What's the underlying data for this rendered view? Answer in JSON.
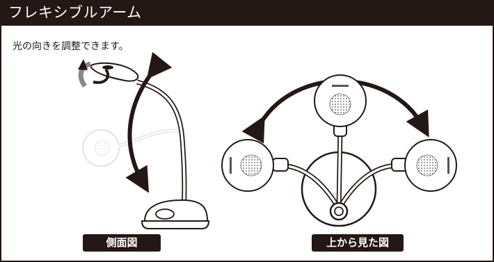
{
  "header": {
    "title": "フレキシブルアーム"
  },
  "description": "光の向きを調整できます。",
  "labels": {
    "side_view": "側面図",
    "top_view": "上から見た図"
  }
}
